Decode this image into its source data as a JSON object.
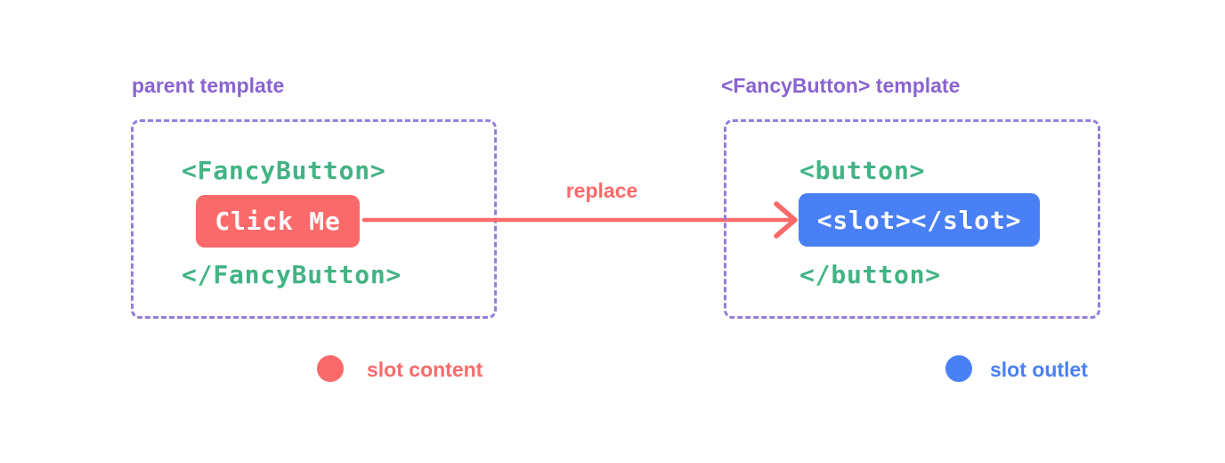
{
  "diagram": {
    "left_panel": {
      "title": "parent template",
      "code_open": "<FancyButton>",
      "button_label": "Click Me",
      "code_close": "</FancyButton>"
    },
    "arrow": {
      "label": "replace"
    },
    "right_panel": {
      "title": "<FancyButton> template",
      "code_open": "<button>",
      "slot_code": "<slot></slot>",
      "code_close": "</button>"
    },
    "legend": {
      "slot_content": {
        "label": "slot content",
        "color": "#fb6a6a"
      },
      "slot_outlet": {
        "label": "slot outlet",
        "color": "#4a80f5"
      }
    },
    "colors": {
      "purple_label": "#8a63d1",
      "purple_border": "#957ddb",
      "green_code": "#42b383",
      "red_accent": "#fb6a6a",
      "blue_accent": "#4a80f5",
      "code_text_on_fill": "#ffffff",
      "background": "#ffffff"
    }
  }
}
